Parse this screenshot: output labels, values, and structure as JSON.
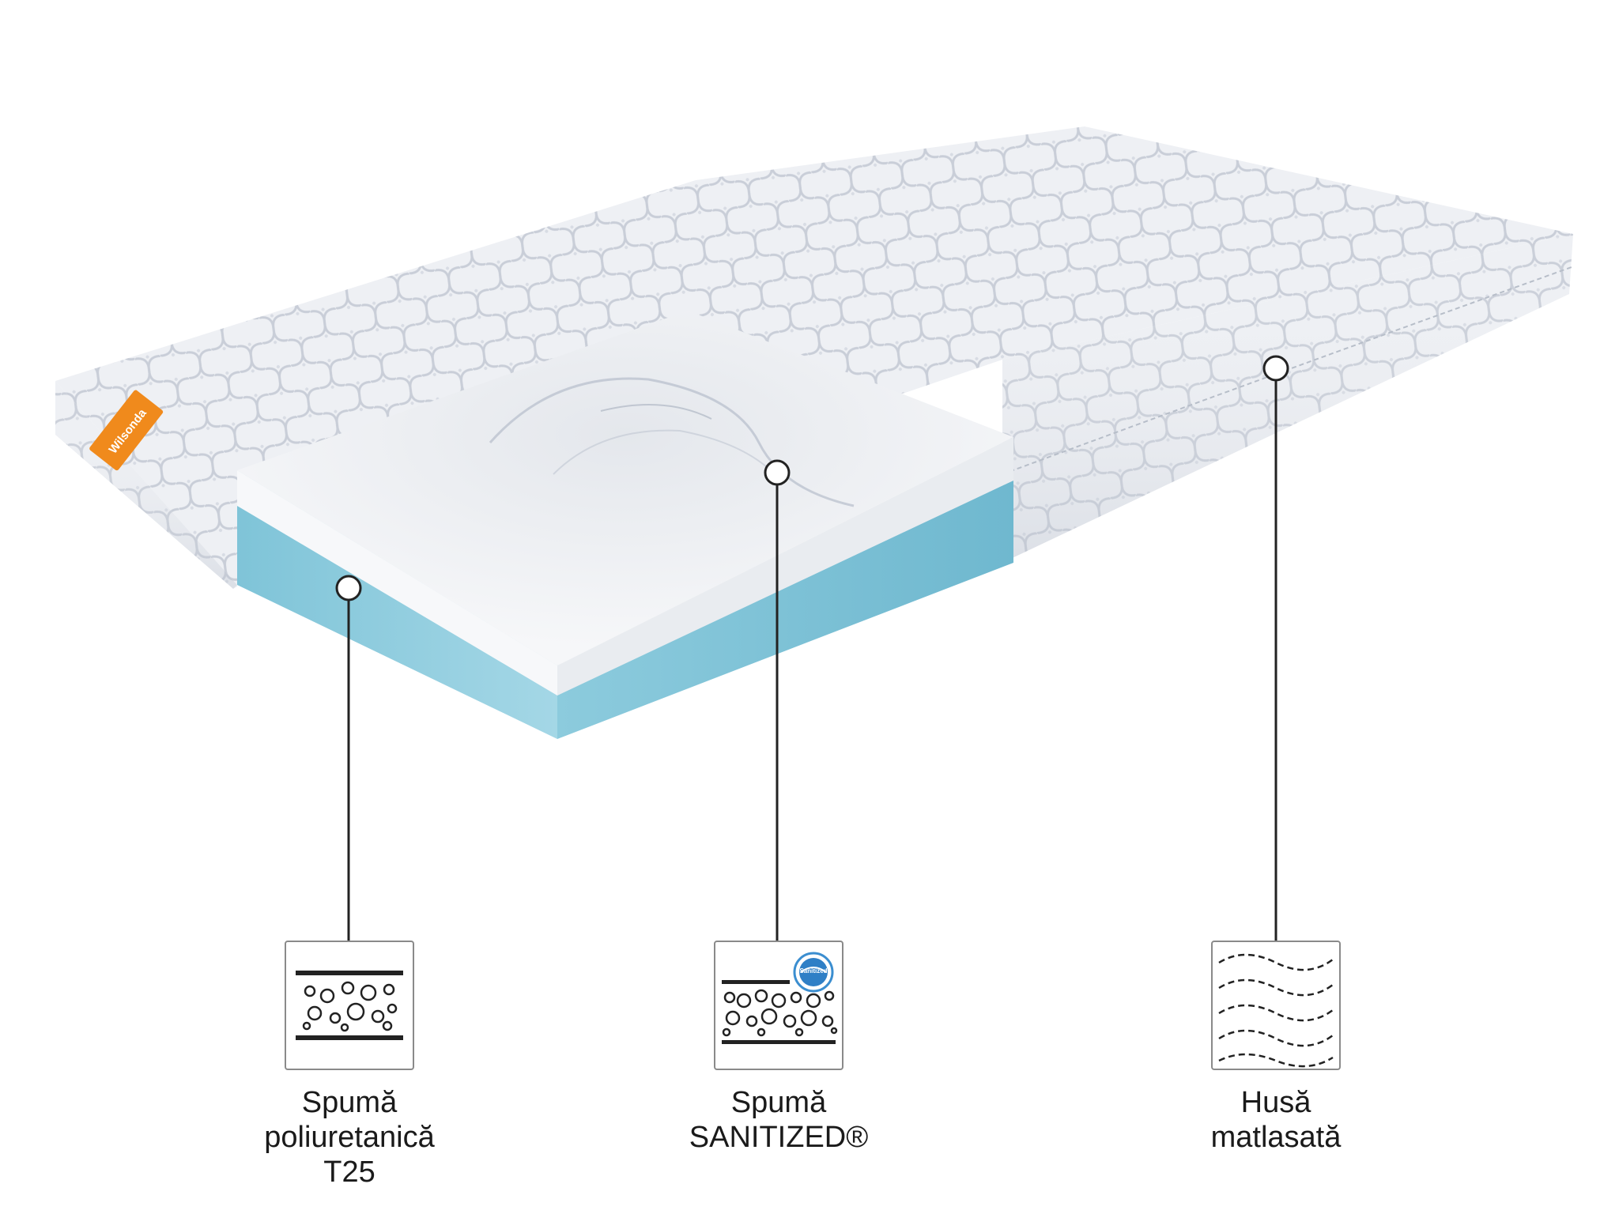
{
  "brand": {
    "name": "Wilsonda",
    "label_color": "#f08a1c"
  },
  "colors": {
    "cover": "#eef0f4",
    "quilt_line": "#c9ced8",
    "top_foam": "#f3f4f6",
    "blue_foam": "#86c9dc",
    "callout_line": "#222222"
  },
  "features": [
    {
      "id": "foam-t25",
      "icon": "foam-layer-icon",
      "caption_lines": [
        "Spumă",
        "poliuretanică",
        "T25"
      ]
    },
    {
      "id": "sanitized",
      "icon": "sanitized-foam-icon",
      "badge_text": "Sanitized",
      "caption_lines": [
        "Spumă",
        "SANITIZED®"
      ]
    },
    {
      "id": "cover",
      "icon": "quilted-cover-icon",
      "caption_lines": [
        "Husă",
        "matlasată"
      ]
    }
  ]
}
